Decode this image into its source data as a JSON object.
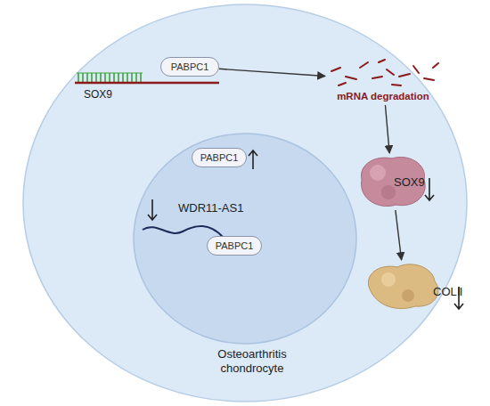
{
  "diagram": {
    "nodes": [
      {
        "text": [
          "Osteoarthritis chondrocyte"
        ]
      },
      {
        "text": [
          "PABPC1"
        ],
        "in": 0
      },
      {
        "text": [
          "mRNA degradation"
        ],
        "in": 0
      },
      {
        "text": [
          "PABPC1"
        ],
        "in": 0
      },
      {
        "text": [
          "SOX9"
        ],
        "in": 0
      },
      {
        "text": [
          "PABPC1"
        ],
        "in": 0
      },
      {
        "text": [
          "COLⅡ"
        ],
        "in": 0
      }
    ],
    "edges": [
      {
        "from": 1,
        "to": 2,
        "arrow": "to"
      },
      {
        "from": 2,
        "to": 4,
        "arrow": "to"
      },
      {
        "from": 4,
        "to": 6,
        "arrow": "to"
      }
    ],
    "labels": [
      "SOX9",
      "WDR11-AS1"
    ]
  }
}
